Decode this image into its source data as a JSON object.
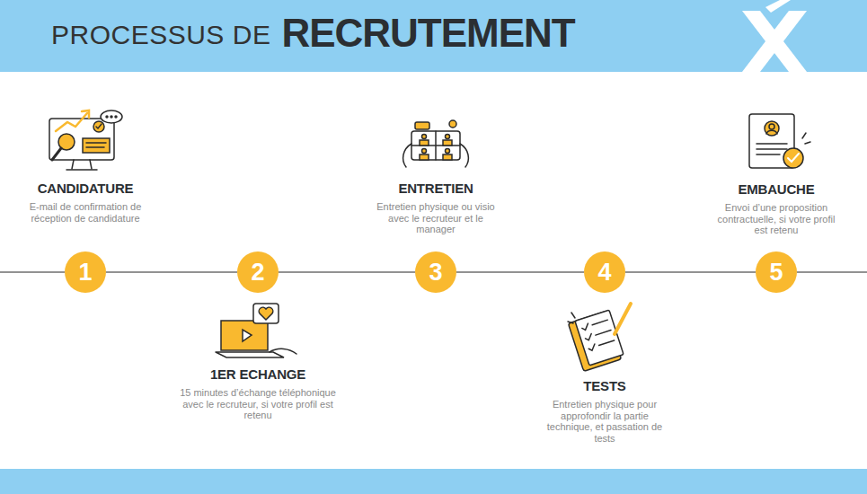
{
  "diagram": {
    "title": "PROCESSUS DE",
    "nodes": [
      {
        "text": [
          "1",
          "CANDIDATURE",
          "E-mail de confirmation de réception de candidature"
        ]
      },
      {
        "text": [
          "2",
          "1ER ECHANGE",
          "15 minutes d’échange téléphonique avec le recruteur, si votre profil est retenu"
        ]
      },
      {
        "text": [
          "3",
          "ENTRETIEN",
          "Entretien physique ou visio avec le recruteur et le manager"
        ]
      },
      {
        "text": [
          "4",
          "TESTS",
          "Entretien physique pour approfondir la partie technique, et passation de tests"
        ]
      },
      {
        "text": [
          "5",
          "EMBAUCHE",
          "Envoi d’une proposition contractuelle, si votre profil est retenu"
        ]
      }
    ],
    "edges": [
      {
        "from": 0,
        "to": 1,
        "arrow": "none"
      },
      {
        "from": 1,
        "to": 2,
        "arrow": "none"
      },
      {
        "from": 2,
        "to": 3,
        "arrow": "none"
      },
      {
        "from": 3,
        "to": 4,
        "arrow": "none"
      }
    ],
    "labels": [
      "RECRUTEMENT"
    ]
  }
}
